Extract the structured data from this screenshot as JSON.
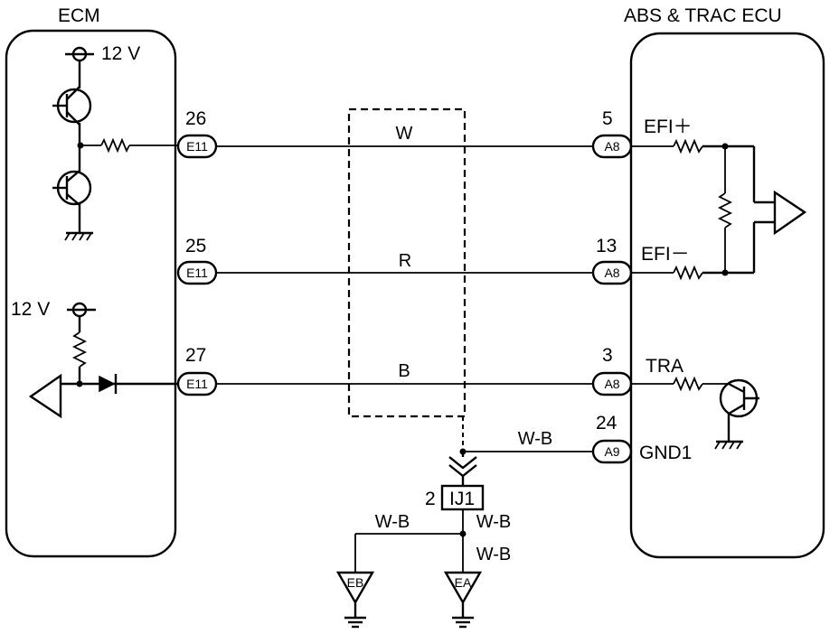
{
  "ecm": {
    "title": "ECM",
    "supply_top": "12 V",
    "supply_bottom": "12 V"
  },
  "abs": {
    "title": "ABS & TRAC ECU",
    "efi_plus": "EFI＋",
    "efi_minus": "EFI－",
    "tra": "TRA",
    "gnd1": "GND1"
  },
  "wires": [
    {
      "color": "W",
      "ecm_pin": "26",
      "ecm_connector": "E11",
      "ecu_pin": "5",
      "ecu_connector": "A8"
    },
    {
      "color": "R",
      "ecm_pin": "25",
      "ecm_connector": "E11",
      "ecu_pin": "13",
      "ecu_connector": "A8"
    },
    {
      "color": "B",
      "ecm_pin": "27",
      "ecm_connector": "E11",
      "ecu_pin": "3",
      "ecu_connector": "A8"
    }
  ],
  "ground": {
    "wire_to_ecu": "W-B",
    "ecu_pin": "24",
    "ecu_connector": "A9",
    "junction_pin": "2",
    "junction": "IJ1",
    "wire_left": "W-B",
    "wire_mid": "W-B",
    "wire_ea": "W-B",
    "ground_eb": "EB",
    "ground_ea": "EA"
  }
}
